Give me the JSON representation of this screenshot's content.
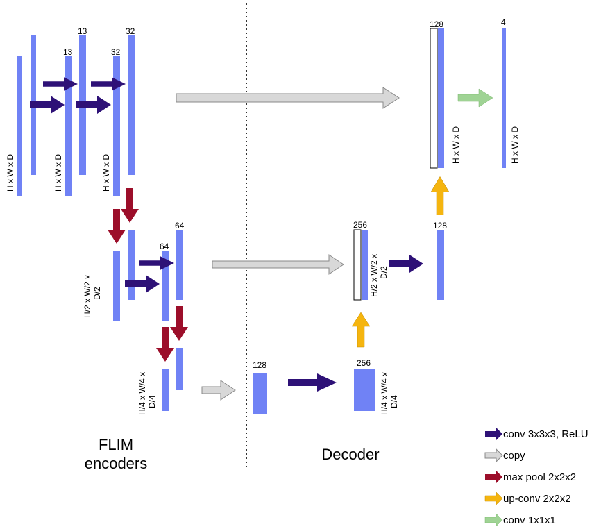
{
  "colors": {
    "block": "#7082f5",
    "conv": "#2e1177",
    "copy": "#d8d8d8",
    "maxpool": "#9c0e2a",
    "upconv": "#f5b50f",
    "conv1": "#9fd394",
    "divider": "#333333"
  },
  "channels": {
    "l1a": "13",
    "l1b": "13",
    "l1c": "32",
    "l1d": "32",
    "l2a": "64",
    "l2b": "64",
    "bottom": "128",
    "dec3": "256",
    "dec2cat": "256",
    "dec2": "128",
    "dec1cat": "128",
    "out": "4"
  },
  "dims": {
    "full": "H x W x D",
    "half_a": "H/2 x W/2 x",
    "half_b": "D/2",
    "quarter_a": "H/4 x W/4 x",
    "quarter_b": "D/4"
  },
  "labels": {
    "encoder_line1": "FLIM",
    "encoder_line2": "encoders",
    "decoder": "Decoder"
  },
  "legend": [
    {
      "icon": "conv-arrow-icon",
      "label": "conv 3x3x3, ReLU"
    },
    {
      "icon": "copy-arrow-icon",
      "label": "copy"
    },
    {
      "icon": "maxpool-arrow-icon",
      "label": "max pool  2x2x2"
    },
    {
      "icon": "upconv-arrow-icon",
      "label": "up-conv 2x2x2"
    },
    {
      "icon": "conv1-arrow-icon",
      "label": "conv 1x1x1"
    }
  ]
}
